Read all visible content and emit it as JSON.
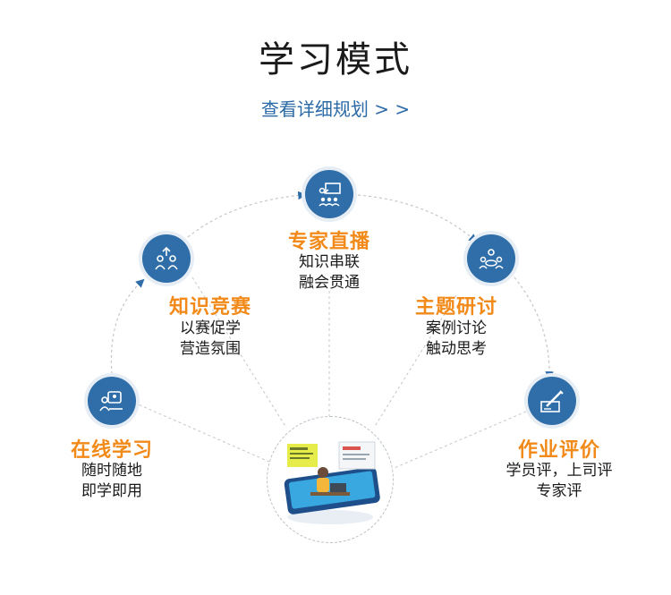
{
  "title": "学习模式",
  "link": "查看详细规划 > >",
  "colors": {
    "accent": "#2f6ea8",
    "label": "#f28a1a",
    "line": "#b9bec6"
  },
  "nodes": {
    "online": {
      "icon": "online-learning-icon",
      "label": "在线学习",
      "desc1": "随时随地",
      "desc2": "即学即用"
    },
    "contest": {
      "icon": "team-growth-icon",
      "label": "知识竞赛",
      "desc1": "以赛促学",
      "desc2": "营造氛围"
    },
    "live": {
      "icon": "presentation-icon",
      "label": "专家直播",
      "desc1": "知识串联",
      "desc2": "融会贯通"
    },
    "topic": {
      "icon": "group-discussion-icon",
      "label": "主题研讨",
      "desc1": "案例讨论",
      "desc2": "触动思考"
    },
    "homework": {
      "icon": "pen-writing-icon",
      "label": "作业评价",
      "desc1": "学员评，上司评",
      "desc2": "专家评"
    }
  }
}
